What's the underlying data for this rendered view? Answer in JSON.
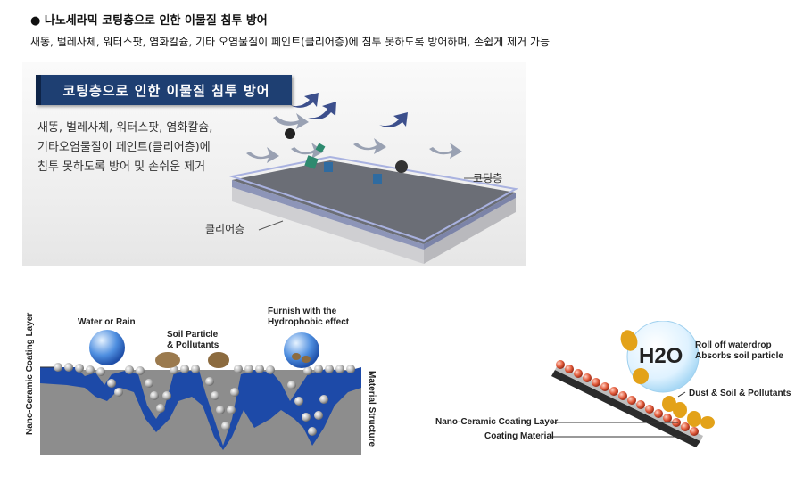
{
  "header": {
    "title": "● 나노세라믹 코팅층으로 인한 이물질 침투 방어",
    "subtitle": "새똥, 벌레사체, 워터스팟, 염화칼슘, 기타 오염물질이 페인트(클리어층)에 침투 못하도록 방어하며, 손쉽게 제거 가능"
  },
  "top_figure": {
    "banner": "코팅층으로 인한 이물질 침투 방어",
    "desc_lines": [
      "새똥, 벌레사체, 워터스팟, 염화칼슘,",
      "기타오염물질이 페인트(클리어층)에",
      "침투 못하도록 방어 및 손쉬운 제거"
    ],
    "coating_label": "코팅층",
    "clear_label": "클리어층"
  },
  "left_diagram": {
    "water_label": "Water or Rain",
    "soil_label_1": "Soil Particle",
    "soil_label_2": "& Pollutants",
    "furnish_label_1": "Furnish with the",
    "furnish_label_2": "Hydrophobic effect",
    "coating_layer_label": "Nano-Ceramic Coating Layer",
    "material_label": "Material Structure"
  },
  "right_diagram": {
    "h2o": "H2O",
    "rolloff_1": "Roll off waterdrop",
    "rolloff_2": "Absorbs soil particle",
    "dust_label": "Dust & Soil & Pollutants",
    "coating_layer_label": "Nano-Ceramic Coating Layer",
    "coating_material_label": "Coating Material"
  }
}
